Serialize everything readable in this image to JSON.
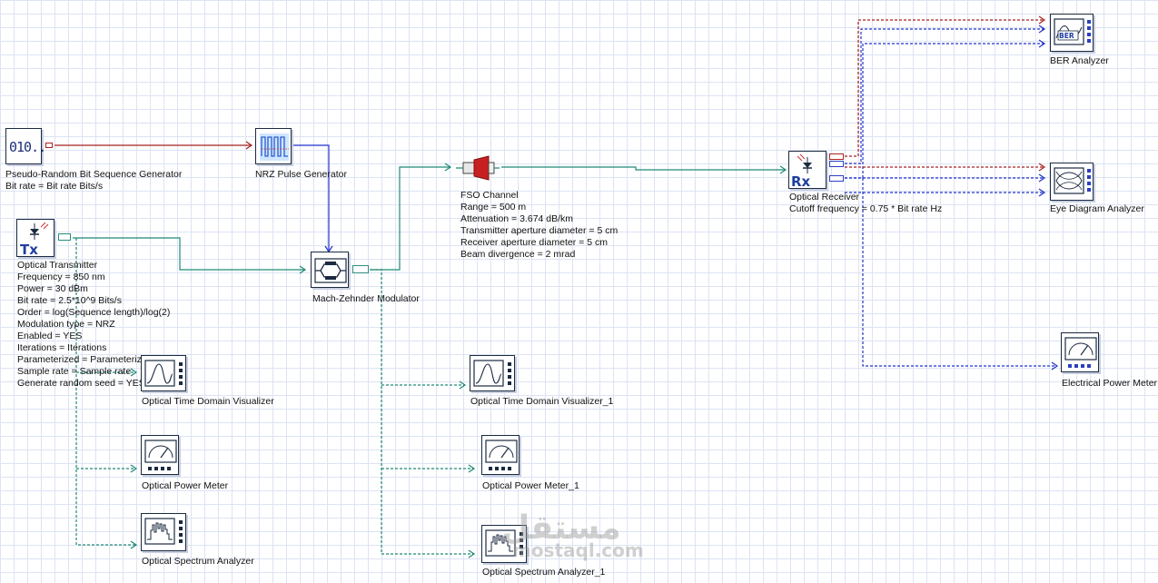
{
  "components": {
    "prbs": {
      "name": "Pseudo-Random Bit Sequence Generator",
      "params": [
        "Bit rate = Bit rate  Bits/s"
      ],
      "icon_text": "010.."
    },
    "nrz": {
      "name": "NRZ Pulse Generator"
    },
    "tx": {
      "name": "Optical Transmitter",
      "icon_text": "Tx",
      "params": [
        "Frequency = 850  nm",
        "Power = 30  dBm",
        "Bit rate = 2.5*10^9  Bits/s",
        "Order = log(Sequence length)/log(2)",
        "Modulation type = NRZ",
        "Enabled = YES",
        "Iterations = Iterations",
        "Parameterized = Parameterized",
        "Sample rate = Sample rate",
        "Generate random seed = YES"
      ]
    },
    "mzm": {
      "name": "Mach-Zehnder Modulator"
    },
    "fso": {
      "name": "FSO Channel",
      "params": [
        "Range = 500  m",
        "Attenuation = 3.674  dB/km",
        "Transmitter aperture diameter = 5  cm",
        "Receiver aperture diameter = 5  cm",
        "Beam divergence = 2  mrad"
      ]
    },
    "rx": {
      "name": "Optical Receiver",
      "icon_text": "Rx",
      "params": [
        "Cutoff frequency = 0.75 * Bit rate  Hz"
      ]
    },
    "ber": {
      "name": "BER Analyzer",
      "icon_text": "BER"
    },
    "eye": {
      "name": "Eye Diagram Analyzer"
    },
    "epm": {
      "name": "Electrical Power Meter"
    },
    "otdv": {
      "name": "Optical Time Domain Visualizer"
    },
    "opm": {
      "name": "Optical Power Meter"
    },
    "osa": {
      "name": "Optical Spectrum Analyzer"
    },
    "otdv1": {
      "name": "Optical Time Domain Visualizer_1"
    },
    "opm1": {
      "name": "Optical Power Meter_1"
    },
    "osa1": {
      "name": "Optical Spectrum Analyzer_1"
    }
  },
  "watermark": {
    "arabic": "مستقل",
    "latin": "mostaql.com"
  },
  "colors": {
    "optical": "#1f8a78",
    "electrical": "#2233cc",
    "binary": "#a82020",
    "grid": "#dde3f4",
    "icon_stroke": "#1b2a3f"
  }
}
